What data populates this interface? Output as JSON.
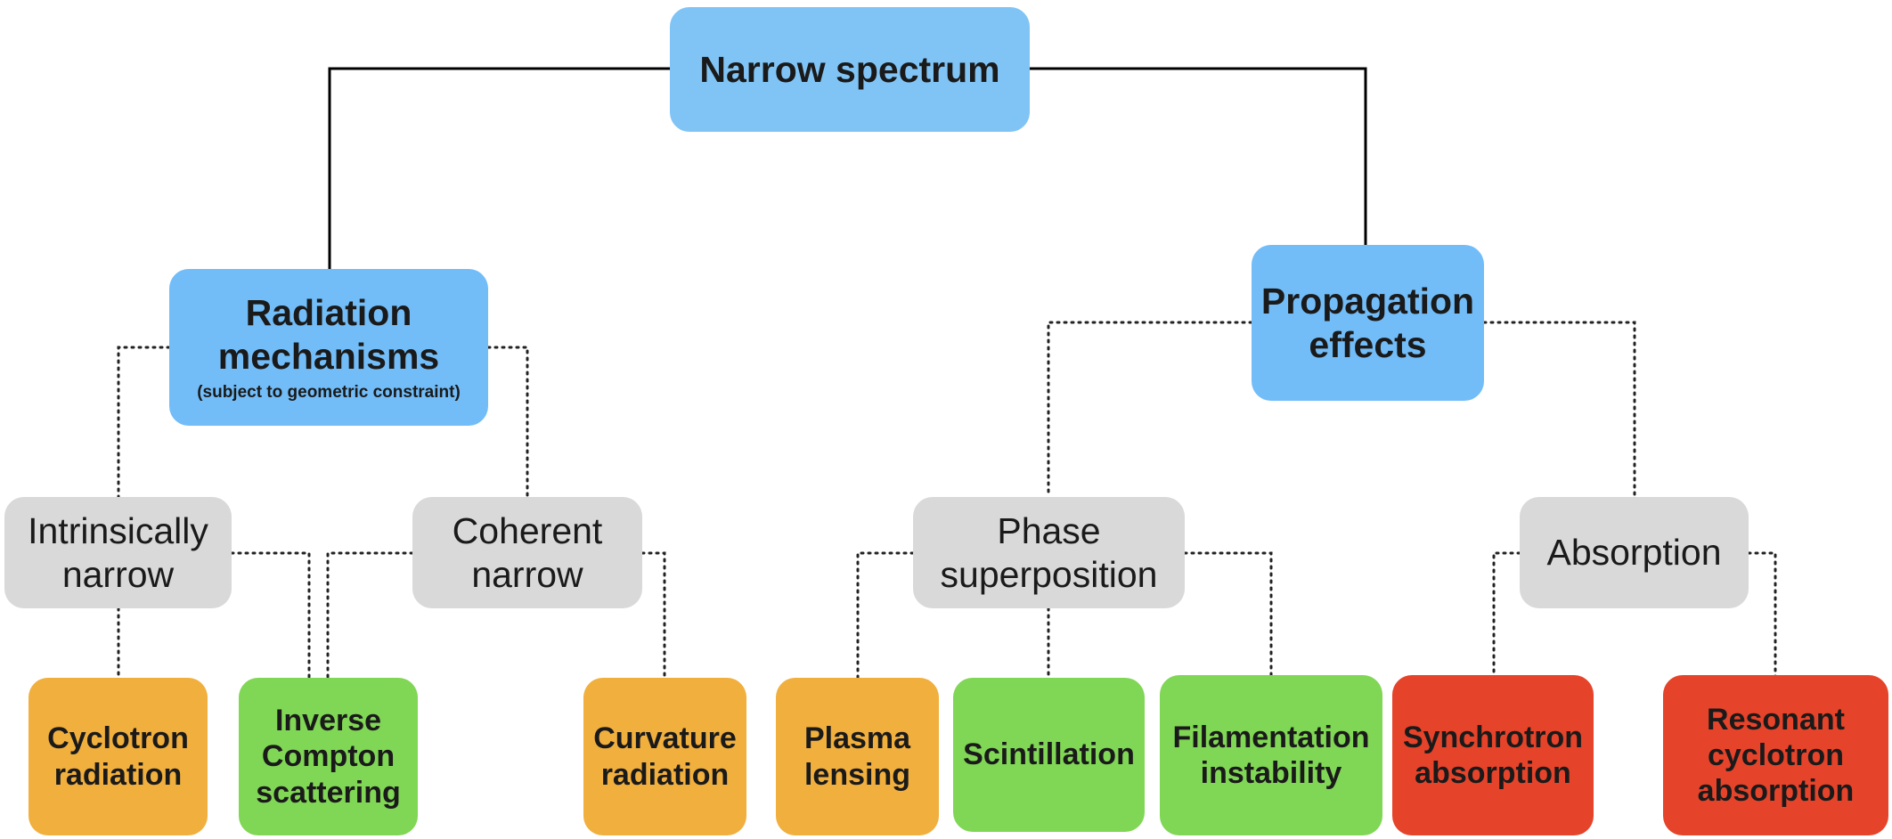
{
  "diagram": {
    "root": {
      "label": "Narrow spectrum",
      "color": "#80c4f6"
    },
    "radiation": {
      "label_line1": "Radiation",
      "label_line2": "mechanisms",
      "note": "(subject to geometric constraint)",
      "color": "#72bdf8"
    },
    "propagation": {
      "label_line1": "Propagation",
      "label_line2": "effects",
      "color": "#72bdf8"
    },
    "intrinsic": {
      "label_line1": "Intrinsically",
      "label_line2": "narrow",
      "color": "#d9d9d9"
    },
    "coherent": {
      "label_line1": "Coherent",
      "label_line2": "narrow",
      "color": "#d9d9d9"
    },
    "phase": {
      "label_line1": "Phase",
      "label_line2": "superposition",
      "color": "#d9d9d9"
    },
    "absorption": {
      "label": "Absorption",
      "color": "#d9d9d9"
    },
    "leaves": {
      "cyclotron": {
        "line1": "Cyclotron",
        "line2": "radiation",
        "color": "#f1af3d"
      },
      "inverse_compton": {
        "line1": "Inverse",
        "line2": "Compton",
        "line3": "scattering",
        "color": "#80d655"
      },
      "curvature": {
        "line1": "Curvature",
        "line2": "radiation",
        "color": "#f1af3d"
      },
      "plasma": {
        "line1": "Plasma",
        "line2": "lensing",
        "color": "#f1af3d"
      },
      "scintillation": {
        "line1": "Scintillation",
        "color": "#80d655"
      },
      "filamentation": {
        "line1": "Filamentation",
        "line2": "instability",
        "color": "#80d655"
      },
      "synchrotron": {
        "line1": "Synchrotron",
        "line2": "absorption",
        "color": "#e5432a"
      },
      "resonant": {
        "line1": "Resonant",
        "line2": "cyclotron",
        "line3": "absorption",
        "color": "#e5432a"
      }
    }
  }
}
